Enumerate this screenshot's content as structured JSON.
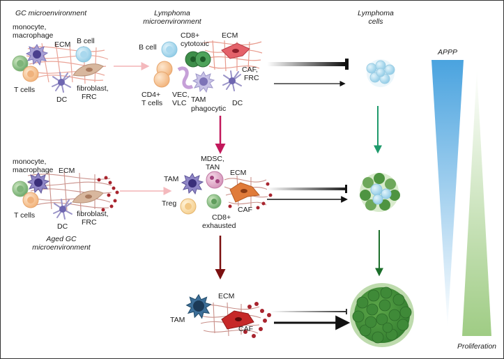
{
  "headers": {
    "gc_title": "GC microenvironment",
    "lymphoma_micro_1": "Lymphoma",
    "lymphoma_micro_2": "microenvironment",
    "lymphoma_cells_1": "Lymphoma",
    "lymphoma_cells_2": "cells",
    "aged_1": "Aged GC",
    "aged_2": "microenvironment"
  },
  "gc": {
    "monocyte_1": "monocyte,",
    "monocyte_2": "macrophage",
    "ecm": "ECM",
    "b_cell": "B cell",
    "t_cells": "T cells",
    "dc": "DC",
    "fibroblast_1": "fibroblast,",
    "fibroblast_2": "FRC"
  },
  "lymphoma_top": {
    "b_cell": "B cell",
    "cd8_1": "CD8+",
    "cd8_2": "cytotoxic",
    "ecm": "ECM",
    "caf_1": "CAF,",
    "caf_2": "FRC",
    "cd4_1": "CD4+",
    "cd4_2": "T cells",
    "vec_1": "VEC,",
    "vec_2": "VLC",
    "tam_1": "TAM",
    "tam_2": "phagocytic",
    "dc": "DC"
  },
  "aged": {
    "monocyte_1": "monocyte,",
    "monocyte_2": "macrophage",
    "ecm": "ECM",
    "t_cells": "T cells",
    "dc": "DC",
    "fibroblast_1": "fibroblast,",
    "fibroblast_2": "FRC"
  },
  "lymphoma_mid": {
    "mdsc_1": "MDSC,",
    "mdsc_2": "TAN",
    "tam": "TAM",
    "ecm": "ECM",
    "treg": "Treg",
    "caf": "CAF",
    "cd8_1": "CD8+",
    "cd8_2": "exhausted"
  },
  "lymphoma_bottom": {
    "ecm": "ECM",
    "tam": "TAM",
    "caf": "CAF"
  },
  "gradients": {
    "appp": "APPP",
    "proliferation": "Proliferation"
  },
  "colors": {
    "pink_arrow": "#f6c6c8",
    "crimson_arrow": "#c2185b",
    "darkred_arrow": "#7b1010",
    "teal_arrow": "#1e9a6b",
    "darkgreen_arrow": "#1b6e2a",
    "appp_blue": "#5aaee3",
    "proliferation_green": "#a9d18e"
  }
}
